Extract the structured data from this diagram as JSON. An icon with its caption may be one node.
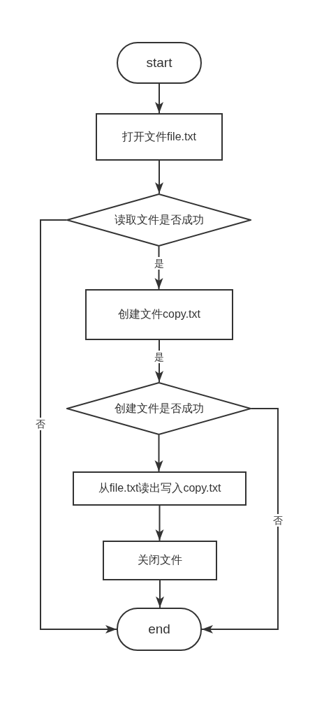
{
  "diagram": {
    "nodes": [
      {
        "text": [
          "start"
        ]
      },
      {
        "text": [
          "打开文件file.txt"
        ]
      },
      {
        "text": [
          "读取文件是否成功"
        ]
      },
      {
        "text": [
          "创建文件copy.txt"
        ]
      },
      {
        "text": [
          "创建文件是否成功"
        ]
      },
      {
        "text": [
          "从file.txt读出写入copy.txt"
        ]
      },
      {
        "text": [
          "关闭文件"
        ]
      },
      {
        "text": [
          "end"
        ]
      }
    ],
    "edges": [
      {
        "from": 0,
        "to": 1,
        "arrow": "to"
      },
      {
        "from": 1,
        "to": 2,
        "arrow": "to"
      },
      {
        "from": 2,
        "to": 3,
        "arrow": "to",
        "label": "是"
      },
      {
        "from": 3,
        "to": 4,
        "arrow": "to",
        "label": "是"
      },
      {
        "from": 4,
        "to": 5,
        "arrow": "to"
      },
      {
        "from": 5,
        "to": 6,
        "arrow": "to"
      },
      {
        "from": 6,
        "to": 7,
        "arrow": "to"
      },
      {
        "from": 2,
        "to": 7,
        "arrow": "to",
        "label": "否"
      },
      {
        "from": 4,
        "to": 7,
        "arrow": "to",
        "label": "否"
      }
    ]
  }
}
